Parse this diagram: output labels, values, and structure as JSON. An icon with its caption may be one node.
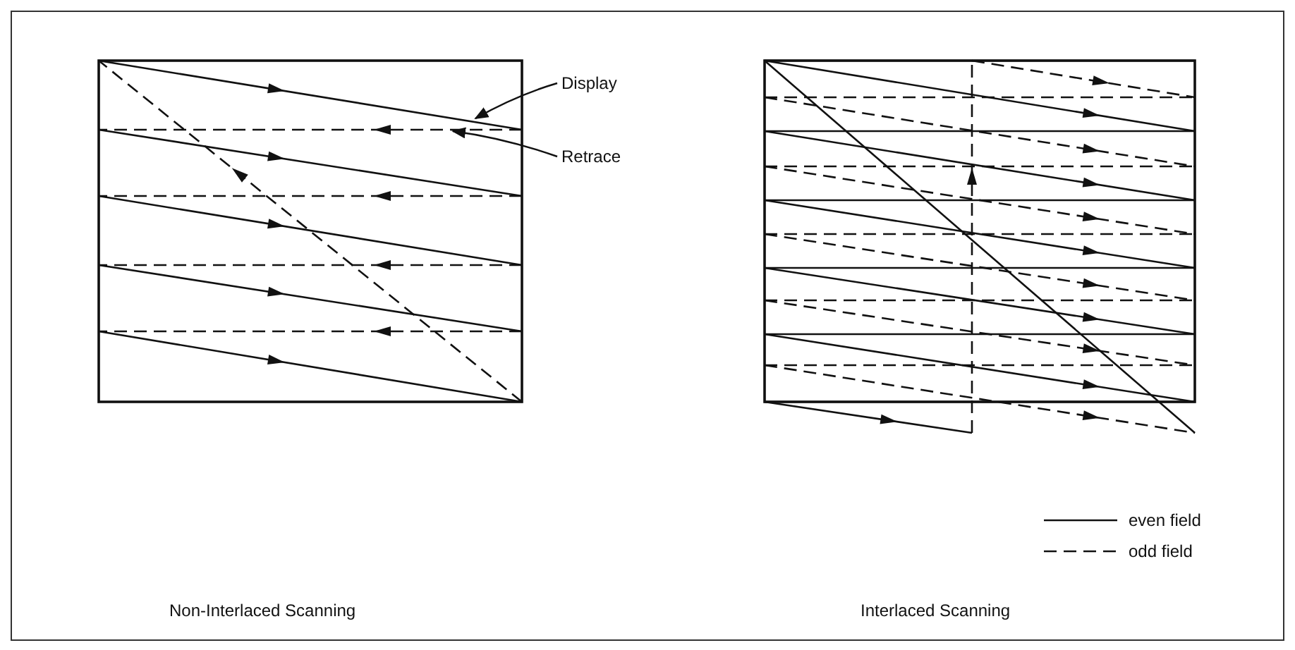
{
  "diagram": {
    "nodes": [
      {
        "text": [
          "Display"
        ]
      },
      {
        "text": [
          "Retrace"
        ]
      }
    ],
    "edges": [
      {
        "from": 0,
        "to": null,
        "arrow": "to"
      },
      {
        "from": 1,
        "to": null,
        "arrow": "to"
      }
    ],
    "labels": [
      "Non-Interlaced Scanning",
      "Interlaced Scanning"
    ],
    "legend": [
      {
        "text": "even field"
      },
      {
        "text": "odd field"
      }
    ]
  }
}
